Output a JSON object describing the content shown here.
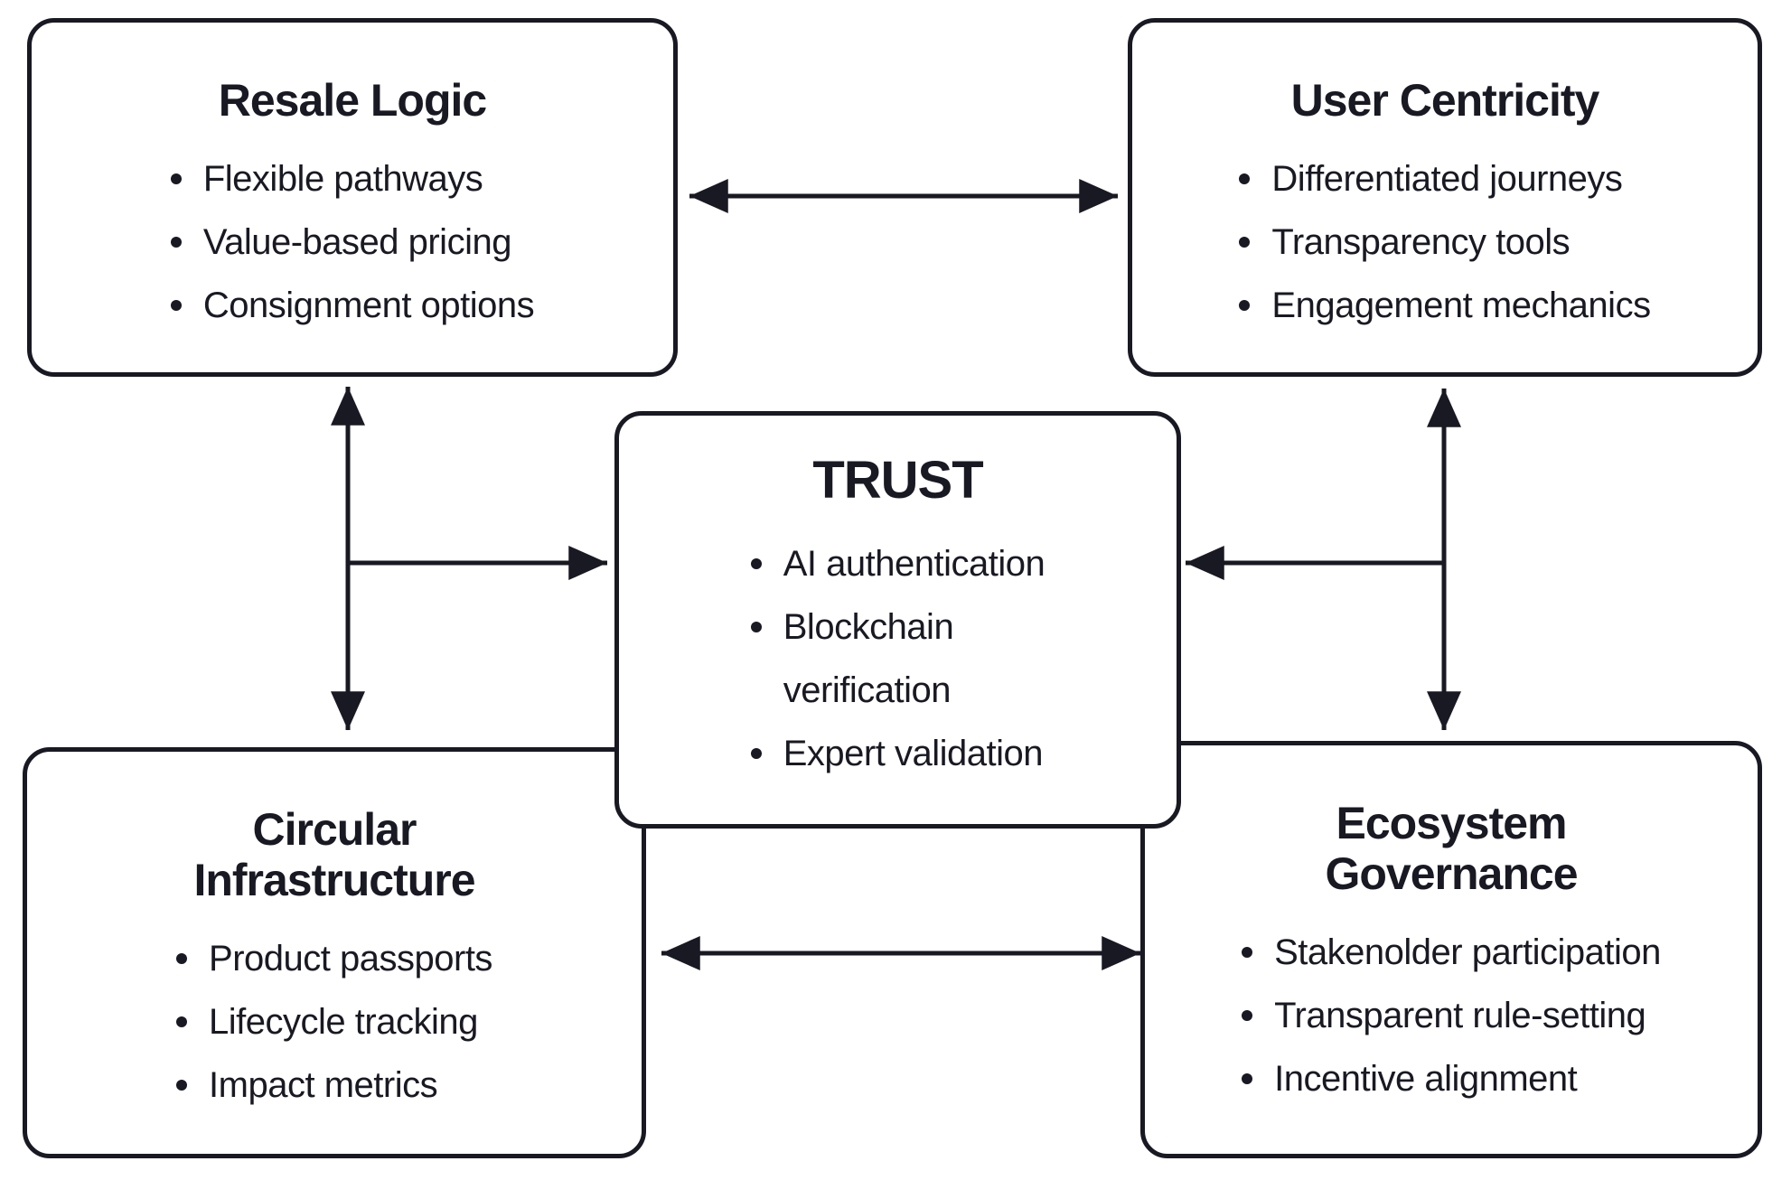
{
  "page": {
    "background_color": "#ffffff",
    "ink_color": "#191923"
  },
  "diagram": {
    "nodes": {
      "resale": {
        "title": "Resale Logic",
        "items": [
          "Flexible pathways",
          "Value-based pricing",
          "Consignment options"
        ]
      },
      "user": {
        "title": "User Centricity",
        "items": [
          "Differentiated journeys",
          "Transparency tools",
          "Engagement mechanics"
        ]
      },
      "trust": {
        "title": "TRUST",
        "items": [
          "AI authentication",
          "Blockchain\nverification",
          "Expert validation"
        ]
      },
      "circular": {
        "title": "Circular\nInfrastructure",
        "items": [
          "Product passports",
          "Lifecycle tracking",
          "Impact metrics"
        ]
      },
      "ecosystem": {
        "title": "Ecosystem\nGovernance",
        "items": [
          "Stakenolder participation",
          "Transparent rule-setting",
          "Incentive alignment"
        ]
      }
    },
    "connections": [
      {
        "from": "Resale Logic",
        "to": "User Centricity",
        "type": "bidirectional"
      },
      {
        "from": "Resale Logic",
        "to": "Circular Infrastructure",
        "type": "bidirectional"
      },
      {
        "from": "User Centricity",
        "to": "Ecosystem Governance",
        "type": "bidirectional"
      },
      {
        "from": "Circular Infrastructure",
        "to": "Ecosystem Governance",
        "type": "bidirectional"
      },
      {
        "from": "Resale Logic / Circular Infrastructure axis",
        "to": "TRUST",
        "type": "into-center"
      },
      {
        "from": "User Centricity / Ecosystem Governance axis",
        "to": "TRUST",
        "type": "into-center"
      }
    ]
  }
}
